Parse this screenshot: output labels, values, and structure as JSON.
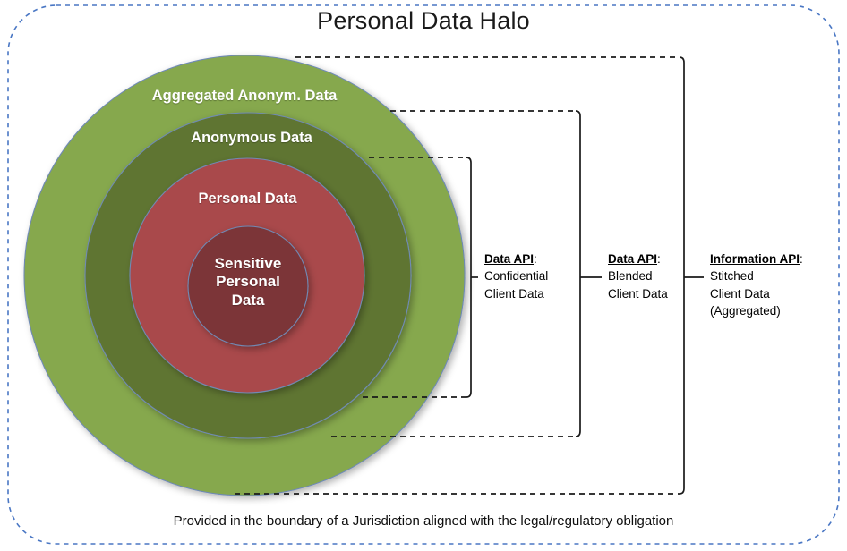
{
  "title": "Personal Data Halo",
  "footer": "Provided in the boundary of a Jurisdiction aligned with the legal/regulatory obligation",
  "rings": [
    {
      "id": "aggregated-anonym-data",
      "label": "Aggregated Anonym. Data",
      "color": "#86a84e"
    },
    {
      "id": "anonymous-data",
      "label": "Anonymous Data",
      "color": "#5f7431"
    },
    {
      "id": "personal-data",
      "label": "Personal Data",
      "color": "#a9484c"
    },
    {
      "id": "sensitive-personal-data",
      "label": "Sensitive\nPersonal\nData",
      "label_lines": [
        "Sensitive",
        "Personal",
        "Data"
      ],
      "color": "#7b3437"
    }
  ],
  "annotations": [
    {
      "id": "data-api-confidential",
      "heading": "Data API",
      "heading_suffix": ":",
      "lines": [
        "Confidential",
        "Client Data"
      ]
    },
    {
      "id": "data-api-blended",
      "heading": "Data API",
      "heading_suffix": ":",
      "lines": [
        "Blended",
        "Client Data"
      ]
    },
    {
      "id": "information-api-stitched",
      "heading": "Information API",
      "heading_suffix": ":",
      "lines": [
        "Stitched",
        "Client Data",
        "(Aggregated)"
      ]
    }
  ],
  "colors": {
    "boundary_dash": "#4a77c4",
    "outline": "#6f8ab5",
    "leader": "#1a1a1a",
    "background": "#ffffff"
  }
}
